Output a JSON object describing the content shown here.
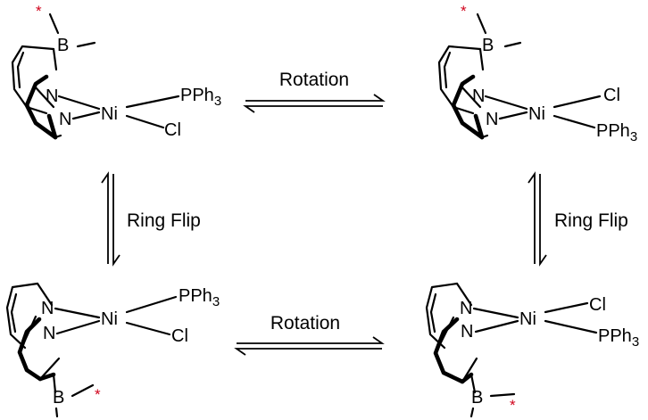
{
  "labels": {
    "top_arrow": "Rotation",
    "bottom_arrow": "Rotation",
    "left_arrow": "Ring Flip",
    "right_arrow": "Ring Flip"
  },
  "atoms": {
    "nickel": "Ni",
    "nitrogen": "N",
    "boron": "B",
    "chlorine": "Cl",
    "phosphine": "PPh",
    "phosphine_subscript": "3",
    "stereo_marker": "*"
  },
  "colors": {
    "stereo_marker": "#d0021b",
    "line": "#000000"
  }
}
